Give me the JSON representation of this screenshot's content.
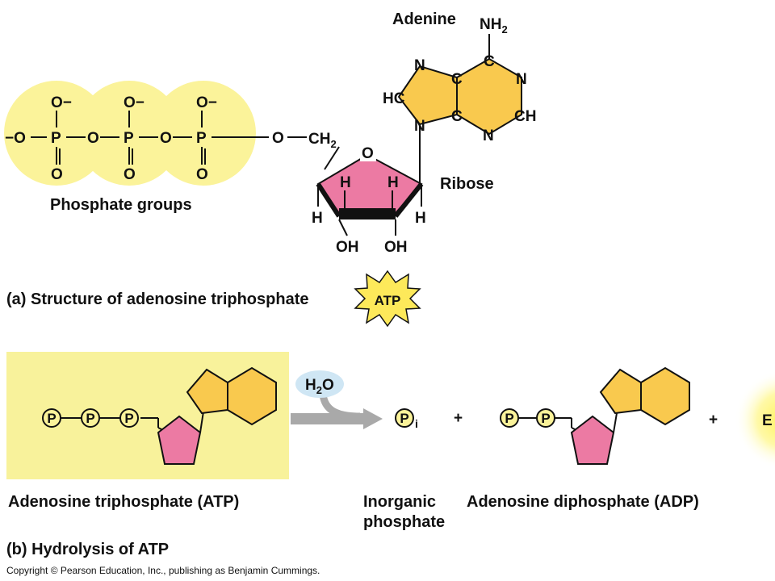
{
  "part_a": {
    "adenine_label": "Adenine",
    "ribose_label": "Ribose",
    "phosphate_label": "Phosphate groups",
    "caption": "(a) Structure of adenosine triphosphate",
    "atp_badge": "ATP",
    "atoms": {
      "nh2": "NH2",
      "n": "N",
      "c": "C",
      "hc": "HC",
      "ch": "CH",
      "o": "O",
      "o_minus": "O−",
      "minus_o": "−O",
      "p": "P",
      "ch2": "CH2",
      "h": "H",
      "oh": "OH"
    }
  },
  "part_b": {
    "reactant_label": "Adenosine triphosphate (ATP)",
    "water": "H2O",
    "pi_label_line1": "Inorganic",
    "pi_label_line2": "phosphate",
    "adp_label": "Adenosine diphosphate (ADP)",
    "plus": "+",
    "energy_letter": "E",
    "phosphate_symbol": "P",
    "pi_subscript": "i",
    "caption": "(b) Hydrolysis of ATP"
  },
  "copyright": "Copyright © Pearson Education, Inc., publishing as Benjamin Cummings.",
  "colors": {
    "phosphate_fill": "#fbf39a",
    "adenine_fill": "#f9c94e",
    "ribose_fill": "#ec7aa3",
    "atp_panel": "#f8f29b",
    "badge_fill": "#fde95a",
    "water_bubble": "#cfe6f4",
    "arrow_gray": "#a9a9a9"
  }
}
